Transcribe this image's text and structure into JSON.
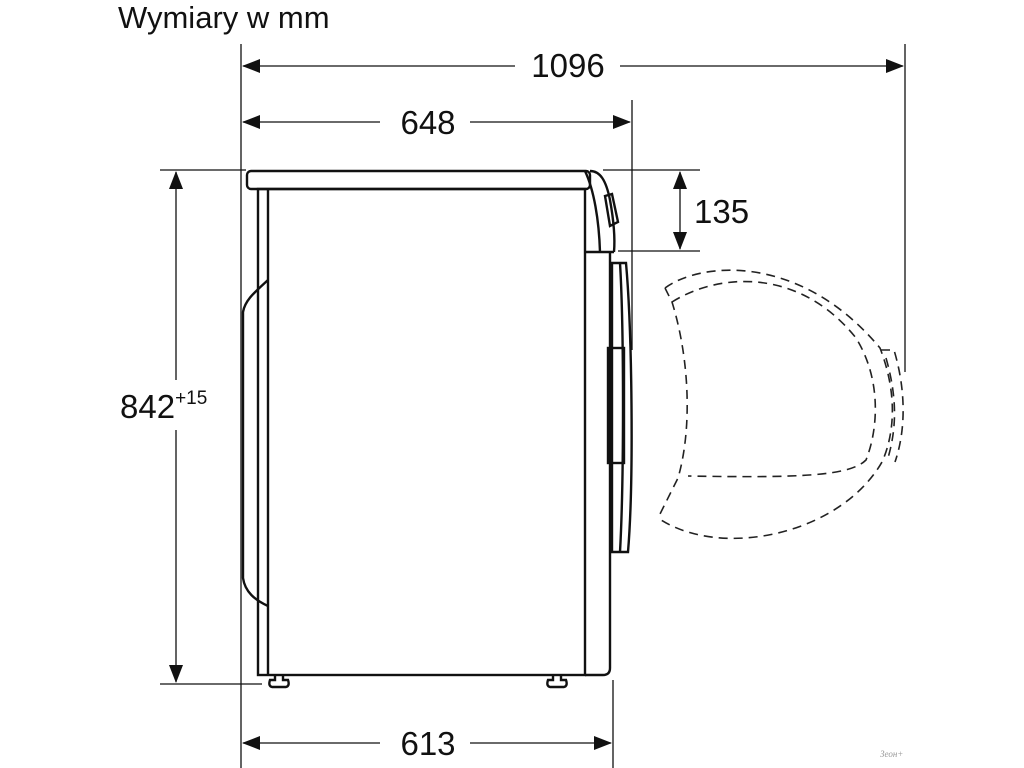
{
  "title": "Wymiary w mm",
  "dimensions": {
    "total_depth_door_open": "1096",
    "depth_with_door": "648",
    "depth_body": "613",
    "height": "842",
    "height_tolerance": "+15",
    "panel_height": "135"
  },
  "watermark": "Зеон+",
  "colors": {
    "line": "#111111",
    "background": "#ffffff"
  }
}
